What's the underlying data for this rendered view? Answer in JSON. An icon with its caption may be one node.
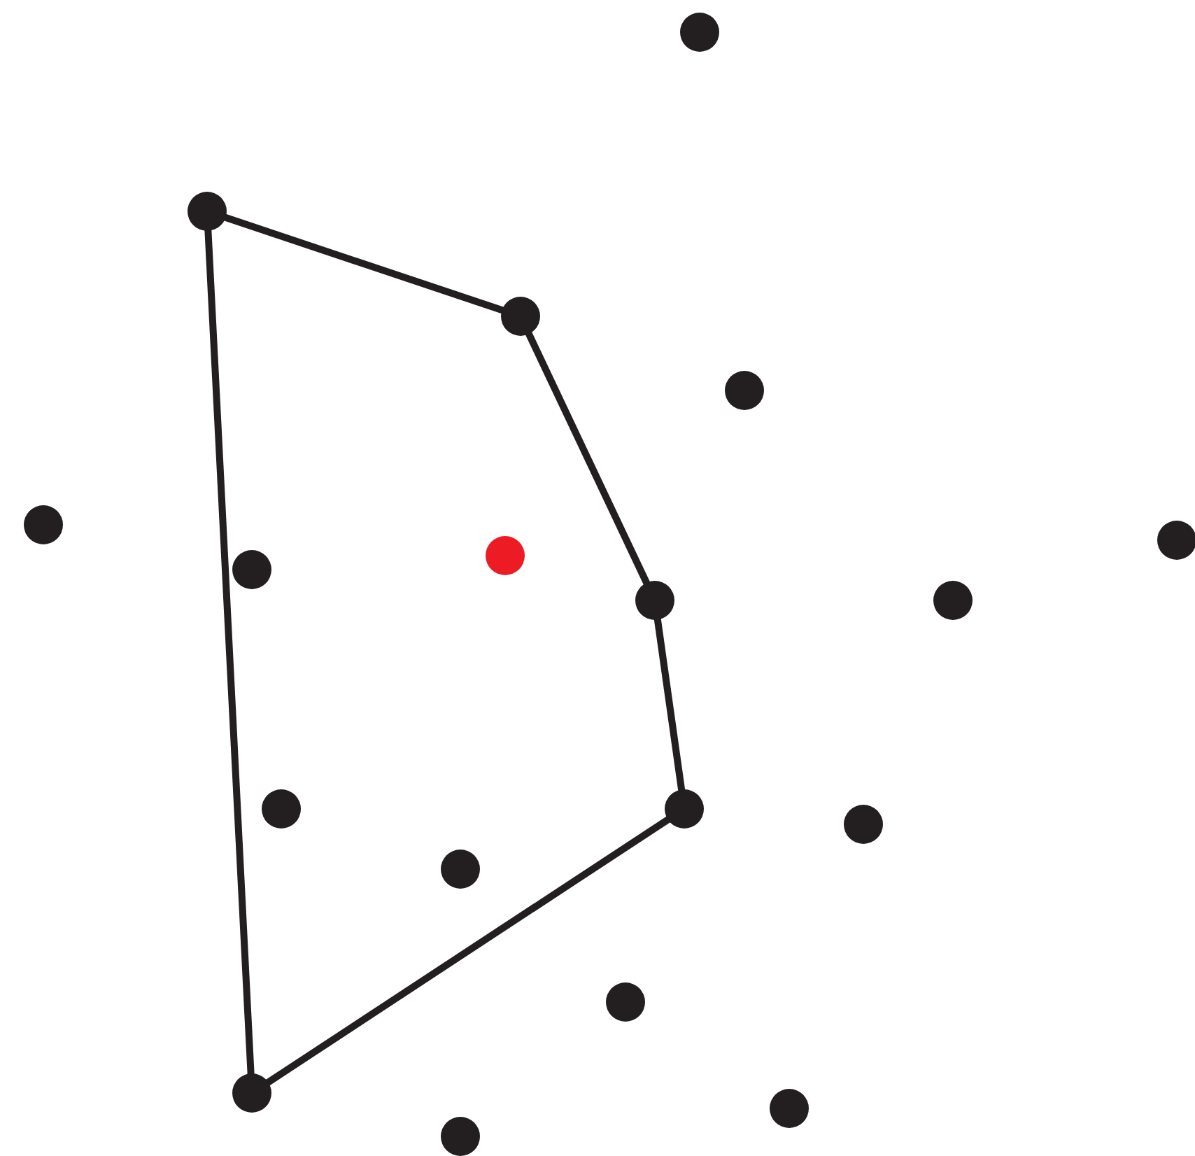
{
  "diagram": {
    "nodes": [
      {
        "text": [],
        "shape": "circle"
      },
      {
        "text": [],
        "shape": "circle"
      },
      {
        "text": [],
        "shape": "circle"
      },
      {
        "text": [],
        "shape": "circle"
      },
      {
        "text": [],
        "shape": "circle"
      },
      {
        "text": [],
        "shape": "circle"
      },
      {
        "text": [],
        "shape": "circle"
      },
      {
        "text": [],
        "shape": "circle"
      },
      {
        "text": [],
        "shape": "circle"
      },
      {
        "text": [],
        "shape": "circle"
      },
      {
        "text": [],
        "shape": "circle"
      },
      {
        "text": [],
        "shape": "circle"
      },
      {
        "text": [],
        "shape": "circle"
      },
      {
        "text": [],
        "shape": "circle"
      },
      {
        "text": [],
        "shape": "circle"
      },
      {
        "text": [],
        "shape": "circle"
      },
      {
        "text": [],
        "shape": "circle"
      },
      {
        "text": [],
        "shape": "circle"
      }
    ],
    "edges": [
      {
        "from": 1,
        "to": 2,
        "arrow": "none"
      },
      {
        "from": 2,
        "to": 8,
        "arrow": "none"
      },
      {
        "from": 8,
        "to": 10,
        "arrow": "none"
      },
      {
        "from": 10,
        "to": 15,
        "arrow": "none"
      },
      {
        "from": 15,
        "to": 1,
        "arrow": "none"
      }
    ]
  }
}
